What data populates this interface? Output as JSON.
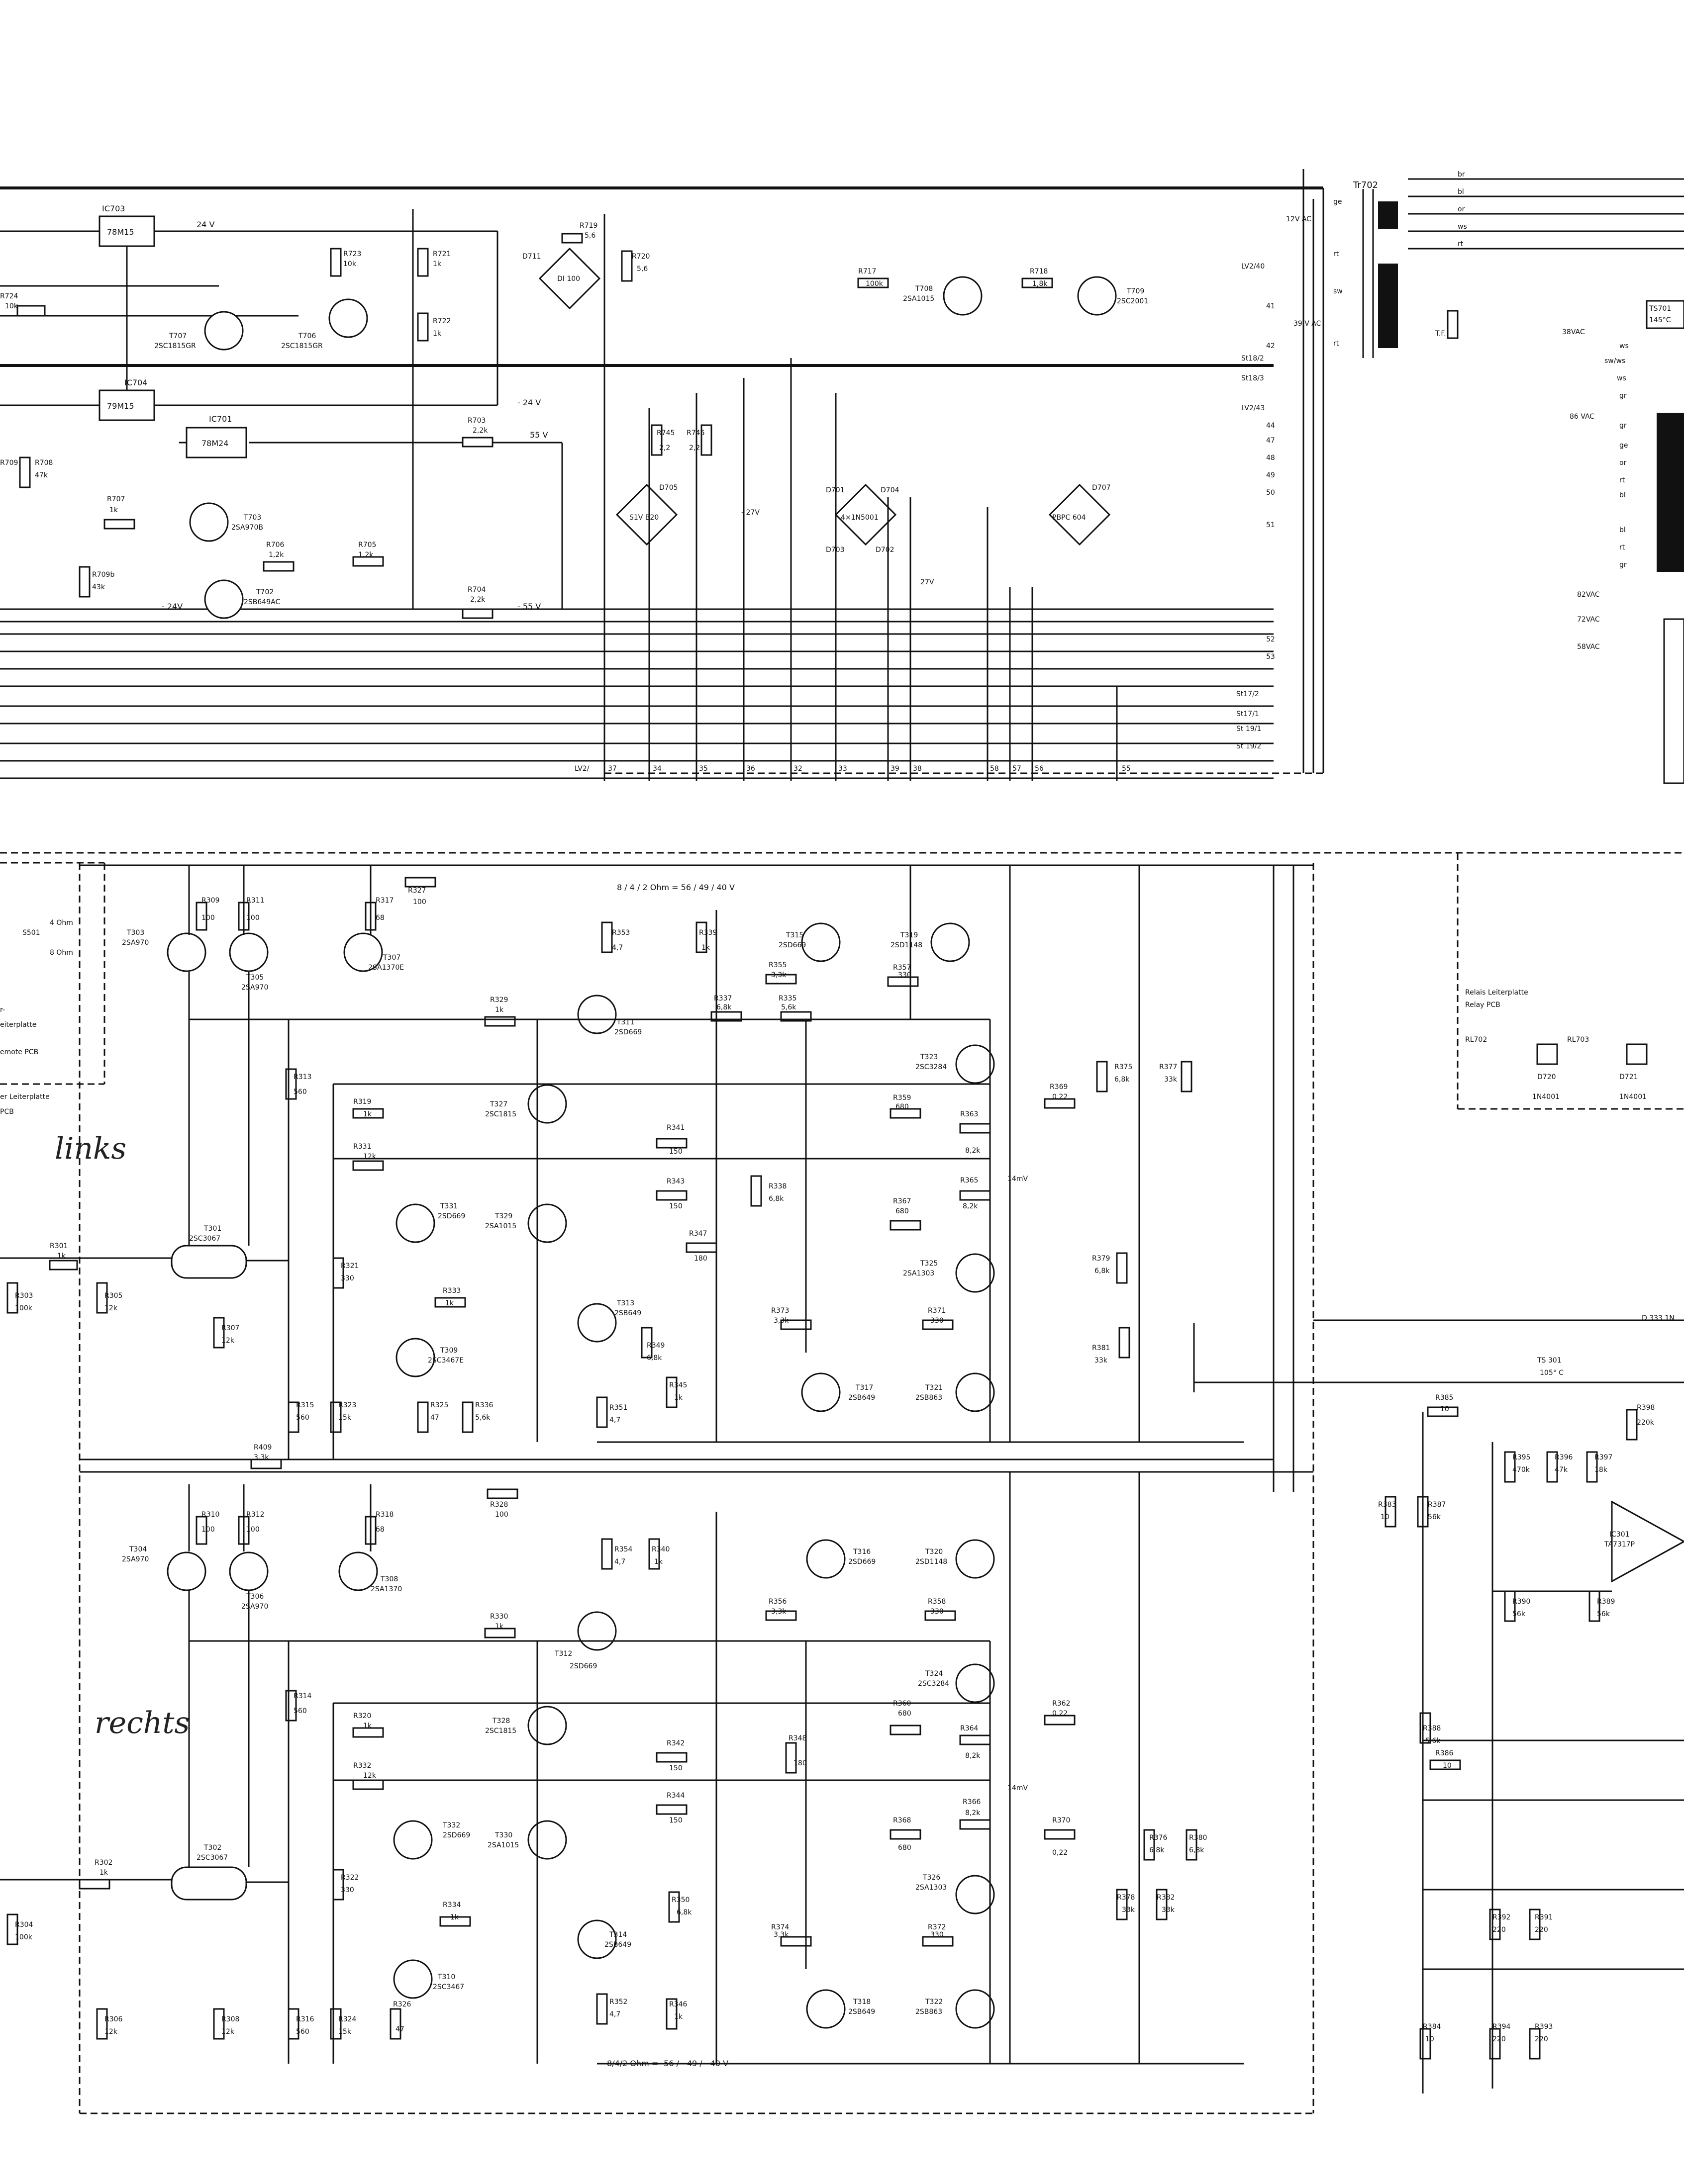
{
  "ic": [
    {
      "ref": "IC703",
      "part": "78M15"
    },
    {
      "ref": "IC704",
      "part": "79M15"
    },
    {
      "ref": "IC701",
      "part": "78M24"
    },
    {
      "ref": "IC301",
      "part": "TA7317P"
    }
  ],
  "transistors": [
    {
      "ref": "T707",
      "part": "2SC1815GR"
    },
    {
      "ref": "T706",
      "part": "2SC1815GR"
    },
    {
      "ref": "T703",
      "part": "2SA970B"
    },
    {
      "ref": "T702",
      "part": "2SB649AC"
    },
    {
      "ref": "T708",
      "part": "2SA1015"
    },
    {
      "ref": "T709",
      "part": "2SC2001"
    },
    {
      "ref": "T303",
      "part": "2SA970"
    },
    {
      "ref": "T305",
      "part": "2SA970"
    },
    {
      "ref": "T307",
      "part": "2SA1370E"
    },
    {
      "ref": "T301",
      "part": "2SC3067"
    },
    {
      "ref": "T309",
      "part": "2SC3467E"
    },
    {
      "ref": "T331",
      "part": "2SD669"
    },
    {
      "ref": "T327",
      "part": "2SC1815"
    },
    {
      "ref": "T329",
      "part": "2SA1015"
    },
    {
      "ref": "T311",
      "part": "2SD669"
    },
    {
      "ref": "T313",
      "part": "2SB649"
    },
    {
      "ref": "T315",
      "part": "2SD669"
    },
    {
      "ref": "T319",
      "part": "2SD1148"
    },
    {
      "ref": "T323",
      "part": "2SC3284"
    },
    {
      "ref": "T325",
      "part": "2SA1303"
    },
    {
      "ref": "T317",
      "part": "2SB649"
    },
    {
      "ref": "T321",
      "part": "2SB863"
    },
    {
      "ref": "T304",
      "part": "2SA970"
    },
    {
      "ref": "T306",
      "part": "2SA970"
    },
    {
      "ref": "T308",
      "part": "2SA1370"
    },
    {
      "ref": "T302",
      "part": "2SC3067"
    },
    {
      "ref": "T310",
      "part": "2SC3467"
    },
    {
      "ref": "T332",
      "part": "2SD669"
    },
    {
      "ref": "T328",
      "part": "2SC1815"
    },
    {
      "ref": "T330",
      "part": "2SA1015"
    },
    {
      "ref": "T312",
      "part": "2SD669"
    },
    {
      "ref": "T314",
      "part": "2SB649"
    },
    {
      "ref": "T316",
      "part": "2SD669"
    },
    {
      "ref": "T320",
      "part": "2SD1148"
    },
    {
      "ref": "T324",
      "part": "2SC3284"
    },
    {
      "ref": "T326",
      "part": "2SA1303"
    },
    {
      "ref": "T318",
      "part": "2SB649"
    },
    {
      "ref": "T322",
      "part": "2SB863"
    }
  ],
  "resistors": [
    {
      "ref": "R724",
      "val": "10k"
    },
    {
      "ref": "R723",
      "val": "10k"
    },
    {
      "ref": "R721",
      "val": "1k"
    },
    {
      "ref": "R722",
      "val": "1k"
    },
    {
      "ref": "R719",
      "val": "5,6"
    },
    {
      "ref": "R720",
      "val": "5,6"
    },
    {
      "ref": "R709",
      "val": ""
    },
    {
      "ref": "R708",
      "val": "47k"
    },
    {
      "ref": "R707",
      "val": "1k"
    },
    {
      "ref": "R706",
      "val": "1,2k"
    },
    {
      "ref": "R705",
      "val": "1,2k"
    },
    {
      "ref": "R703",
      "val": "2,2k"
    },
    {
      "ref": "R704",
      "val": "2,2k"
    },
    {
      "ref": "R709b",
      "val": "43k"
    },
    {
      "ref": "R745",
      "val": "2,2"
    },
    {
      "ref": "R746",
      "val": "2,2"
    },
    {
      "ref": "R717",
      "val": "100k"
    },
    {
      "ref": "R718",
      "val": "1,8k"
    },
    {
      "ref": "R309",
      "val": "100"
    },
    {
      "ref": "R311",
      "val": "100"
    },
    {
      "ref": "R317",
      "val": "68"
    },
    {
      "ref": "R327",
      "val": "100"
    },
    {
      "ref": "R313",
      "val": "560"
    },
    {
      "ref": "R319",
      "val": "1k"
    },
    {
      "ref": "R331",
      "val": "12k"
    },
    {
      "ref": "R301",
      "val": "1k"
    },
    {
      "ref": "R303",
      "val": "100k"
    },
    {
      "ref": "R305",
      "val": "12k"
    },
    {
      "ref": "R307",
      "val": "12k"
    },
    {
      "ref": "R321",
      "val": "330"
    },
    {
      "ref": "R333",
      "val": "1k"
    },
    {
      "ref": "R315",
      "val": "560"
    },
    {
      "ref": "R323",
      "val": "15k"
    },
    {
      "ref": "R325",
      "val": "47"
    },
    {
      "ref": "R336",
      "val": "5,6k"
    },
    {
      "ref": "R329",
      "val": "1k"
    },
    {
      "ref": "R353",
      "val": "4,7"
    },
    {
      "ref": "R339",
      "val": "1k"
    },
    {
      "ref": "R355",
      "val": "3,3k"
    },
    {
      "ref": "R337",
      "val": "6,8k"
    },
    {
      "ref": "R335",
      "val": "5,6k"
    },
    {
      "ref": "R357",
      "val": "330"
    },
    {
      "ref": "R341",
      "val": "150"
    },
    {
      "ref": "R343",
      "val": "150"
    },
    {
      "ref": "R338",
      "val": "6,8k"
    },
    {
      "ref": "R347",
      "val": "180"
    },
    {
      "ref": "R359",
      "val": "680"
    },
    {
      "ref": "R363",
      "val": "8,2k"
    },
    {
      "ref": "R367",
      "val": "680"
    },
    {
      "ref": "R365",
      "val": "8,2k"
    },
    {
      "ref": "R369",
      "val": "0,22"
    },
    {
      "ref": "R375",
      "val": "6,8k"
    },
    {
      "ref": "R377",
      "val": "33k"
    },
    {
      "ref": "R379",
      "val": "6,8k"
    },
    {
      "ref": "R373",
      "val": "3,3k"
    },
    {
      "ref": "R371",
      "val": "330"
    },
    {
      "ref": "R349",
      "val": "6,8k"
    },
    {
      "ref": "R345",
      "val": "1k"
    },
    {
      "ref": "R351",
      "val": "4,7"
    },
    {
      "ref": "R381",
      "val": "33k"
    },
    {
      "ref": "R409",
      "val": "3,3k"
    },
    {
      "ref": "R310",
      "val": "100"
    },
    {
      "ref": "R312",
      "val": "100"
    },
    {
      "ref": "R318",
      "val": "68"
    },
    {
      "ref": "R328",
      "val": "100"
    },
    {
      "ref": "R314",
      "val": "560"
    },
    {
      "ref": "R320",
      "val": "1k"
    },
    {
      "ref": "R332",
      "val": "12k"
    },
    {
      "ref": "R302",
      "val": "1k"
    },
    {
      "ref": "R304",
      "val": "100k"
    },
    {
      "ref": "R306",
      "val": "12k"
    },
    {
      "ref": "R308",
      "val": "12k"
    },
    {
      "ref": "R322",
      "val": "330"
    },
    {
      "ref": "R334",
      "val": "1k"
    },
    {
      "ref": "R316",
      "val": "560"
    },
    {
      "ref": "R324",
      "val": "15k"
    },
    {
      "ref": "R326",
      "val": "47"
    },
    {
      "ref": "R330",
      "val": "1k"
    },
    {
      "ref": "R354",
      "val": "4,7"
    },
    {
      "ref": "R340",
      "val": "1k"
    },
    {
      "ref": "R356",
      "val": "3,3k"
    },
    {
      "ref": "R358",
      "val": "330"
    },
    {
      "ref": "R342",
      "val": "150"
    },
    {
      "ref": "R344",
      "val": "150"
    },
    {
      "ref": "R348",
      "val": "180"
    },
    {
      "ref": "R360",
      "val": "680"
    },
    {
      "ref": "R364",
      "val": "8,2k"
    },
    {
      "ref": "R366",
      "val": "8,2k"
    },
    {
      "ref": "R368",
      "val": "680"
    },
    {
      "ref": "R362",
      "val": "0,22"
    },
    {
      "ref": "R370",
      "val": "0,22"
    },
    {
      "ref": "R376",
      "val": "6,8k"
    },
    {
      "ref": "R380",
      "val": "6,8k"
    },
    {
      "ref": "R378",
      "val": "33k"
    },
    {
      "ref": "R382",
      "val": "33k"
    },
    {
      "ref": "R350",
      "val": "6,8k"
    },
    {
      "ref": "R374",
      "val": "3,3k"
    },
    {
      "ref": "R372",
      "val": "330"
    },
    {
      "ref": "R346",
      "val": "1k"
    },
    {
      "ref": "R352",
      "val": "4,7"
    },
    {
      "ref": "R385",
      "val": "10"
    },
    {
      "ref": "R383",
      "val": "10"
    },
    {
      "ref": "R387",
      "val": "56k"
    },
    {
      "ref": "R395",
      "val": "470k"
    },
    {
      "ref": "R396",
      "val": "47k"
    },
    {
      "ref": "R397",
      "val": "18k"
    },
    {
      "ref": "R398",
      "val": "220k"
    },
    {
      "ref": "R390",
      "val": "56k"
    },
    {
      "ref": "R389",
      "val": "56k"
    },
    {
      "ref": "R388",
      "val": "5,6k"
    },
    {
      "ref": "R386",
      "val": "10"
    },
    {
      "ref": "R392",
      "val": "220"
    },
    {
      "ref": "R391",
      "val": "220"
    },
    {
      "ref": "R384",
      "val": "10"
    },
    {
      "ref": "R394",
      "val": "220"
    },
    {
      "ref": "R393",
      "val": "220"
    }
  ],
  "labels": {
    "v24": "24 V",
    "v55": "55 V",
    "vm55": "- 55 V",
    "vm24": "- 24 V",
    "vm24b": "- 24V",
    "vm27": "- 27V",
    "v27": "27V",
    "tr702": "Tr702",
    "lv240": "LV2/40",
    "lv243": "LV2/43",
    "st182": "St18/2",
    "st183": "St18/3",
    "st172": "St17/2",
    "st171": "St17/1",
    "st191": "St 19/1",
    "st192": "St 19/2",
    "ac12": "12V AC",
    "ac39": "39 V AC",
    "ac38": "38VAC",
    "ac86": "86 VAC",
    "ac82": "82VAC",
    "ac72": "72VAC",
    "ac58": "58VAC",
    "ts701": "TS701",
    "ts701t": "145°C",
    "ts301": "TS 301",
    "ts301t": "105° C",
    "tf": "T.F.",
    "ohm_top": "8 / 4 / 2  Ohm = 56 / 49 / 40  V",
    "ohm_bot": "8/4/2 Ohm = -56 / - 49 / - 40 V",
    "relay1": "Relais  Leiterplatte",
    "relay2": "Relay  PCB",
    "remote1": "r-",
    "remote2": "eiterplatte",
    "remote3": "emote  PCB",
    "lp1": "er  Leiterplatte",
    "lp2": "PCB",
    "s501": "S501",
    "ohm4": "4 Ohm",
    "ohm8": "8 Ohm",
    "links": "links",
    "rechts": "rechts",
    "d333": "D 333 1N",
    "mv14": "14mV",
    "mv14b": "14mV",
    "rl702": "RL702",
    "rl703": "RL703",
    "d720": "D720",
    "d721": "D721",
    "n4001": "1N4001",
    "n4001b": "1N4001"
  },
  "bus_numbers": [
    "37",
    "34",
    "35",
    "36",
    "32",
    "33",
    "39",
    "38",
    "58",
    "57",
    "56",
    "55"
  ],
  "wire_colors": [
    "br",
    "bl",
    "or",
    "ws",
    "rt",
    "ws",
    "sw/ws",
    "ws",
    "gr",
    "gr",
    "ge",
    "or",
    "rt",
    "bl",
    "bl",
    "rt",
    "gr"
  ],
  "connector_pins": [
    "41",
    "42",
    "44",
    "47",
    "48",
    "49",
    "50",
    "51",
    "52",
    "53"
  ]
}
